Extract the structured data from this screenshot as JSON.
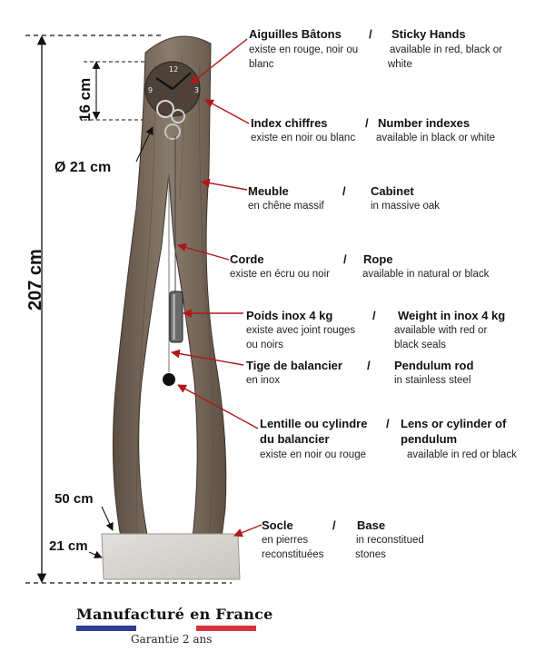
{
  "dimensions": {
    "height_total": "207 cm",
    "dial_height": "16 cm",
    "dial_diameter": "Ø 21 cm",
    "base_width": "50 cm",
    "base_depth": "21 cm"
  },
  "annotations": [
    {
      "fr_title": "Aiguilles Bâtons",
      "en_title": "Sticky Hands",
      "sep": "/",
      "fr_desc": [
        "existe en rouge, noir ou",
        "blanc"
      ],
      "en_desc": [
        "available in red, black or",
        "white"
      ]
    },
    {
      "fr_title": "Index chiffres",
      "en_title": "Number indexes",
      "sep": "/",
      "fr_desc": [
        "existe en noir ou blanc"
      ],
      "en_desc": [
        "available in black or white"
      ]
    },
    {
      "fr_title": "Meuble",
      "en_title": "Cabinet",
      "sep": "/",
      "fr_desc": [
        "en chêne massif"
      ],
      "en_desc": [
        "in massive oak"
      ]
    },
    {
      "fr_title": "Corde",
      "en_title": "Rope",
      "sep": "/",
      "fr_desc": [
        "existe en écru ou  noir"
      ],
      "en_desc": [
        "available in natural or black"
      ]
    },
    {
      "fr_title": "Poids inox 4 kg",
      "en_title": "Weight in inox 4 kg",
      "sep": "/",
      "fr_desc": [
        "existe avec joint rouges",
        "ou noirs"
      ],
      "en_desc": [
        "available with red or",
        "black seals"
      ]
    },
    {
      "fr_title": "Tige de balancier",
      "en_title": "Pendulum rod",
      "sep": "/",
      "fr_desc": [
        "en inox"
      ],
      "en_desc": [
        "in stainless steel"
      ]
    },
    {
      "fr_title": [
        "Lentille ou cylindre",
        "du balancier"
      ],
      "en_title": [
        "Lens or cylinder of",
        "pendulum"
      ],
      "sep": "/",
      "fr_desc": [
        "existe en noir ou rouge"
      ],
      "en_desc": [
        "available in red or black"
      ]
    },
    {
      "fr_title": "Socle",
      "en_title": "Base",
      "sep": "/",
      "fr_desc": [
        "en pierres",
        "reconstituées"
      ],
      "en_desc": [
        "in reconstitued",
        "stones"
      ]
    }
  ],
  "footer": {
    "manufacture": "Manufacturé en France",
    "guarantee": "Garantie 2 ans"
  },
  "colors": {
    "arrow": "#b01818",
    "wood": "#7a6a5a",
    "flag_blue": "#2c3e8f",
    "flag_red": "#d8343c"
  }
}
